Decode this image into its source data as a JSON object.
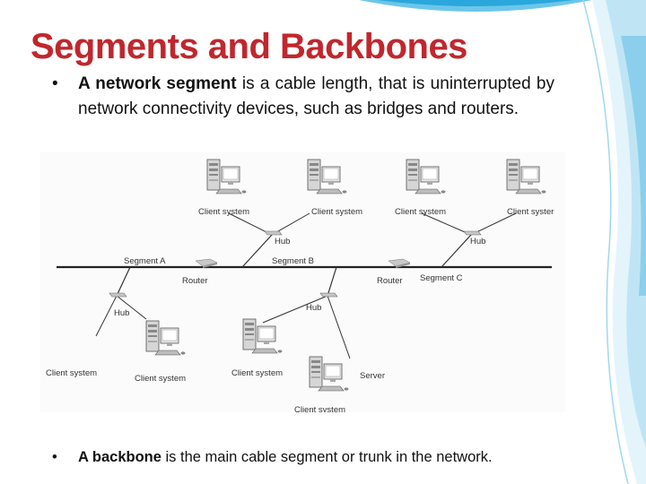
{
  "slide": {
    "title": "Segments and Backbones",
    "bullet_1": {
      "bold_part": "A network segment",
      "rest": " is a cable length, that is uninterrupted by network connectivity devices, such as bridges and routers."
    },
    "bullet_2": {
      "bold_part": "A backbone",
      "rest": " is the main cable segment or trunk in the network."
    },
    "bullet_symbol": "•"
  },
  "diagram": {
    "labels": {
      "client_1": "Client system",
      "client_2": "Client system",
      "client_3": "Client system",
      "client_4": "Client syster",
      "hub_top_left": "Hub",
      "hub_top_right": "Hub",
      "segment_a": "Segment A",
      "segment_b": "Segment B",
      "segment_c": "Segment C",
      "router_left": "Router",
      "router_right": "Router",
      "hub_bottom_left": "Hub",
      "hub_bottom_center": "Hub",
      "client_bl_1": "Client system",
      "client_bl_2": "Client system",
      "client_bl_3": "Client system",
      "server": "Server",
      "client_bottom": "Client system"
    }
  },
  "colors": {
    "title": "#c0272d",
    "accent_blue": "#2aa7dc"
  }
}
